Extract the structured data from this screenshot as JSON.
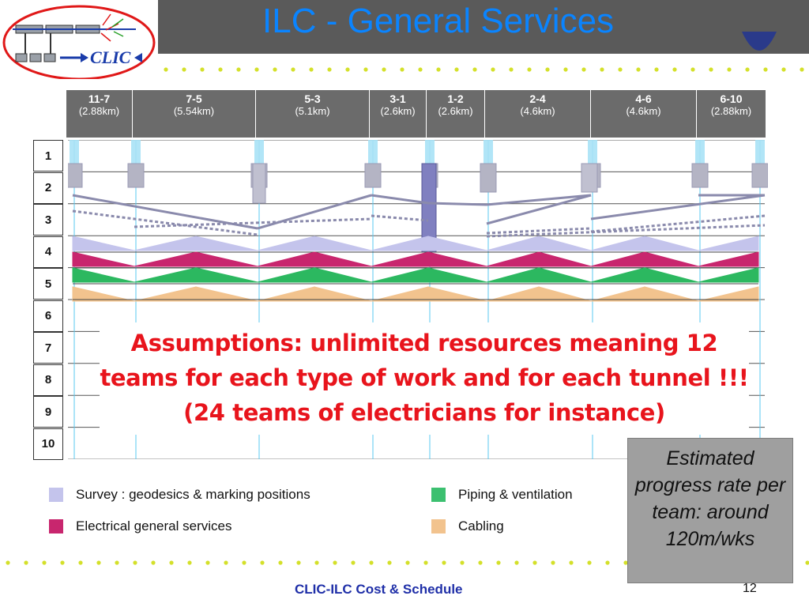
{
  "slide": {
    "title": "ILC - General Services",
    "logo_text": "CLIC",
    "footer": "CLIC-ILC Cost & Schedule",
    "page_number": "12"
  },
  "segments": [
    {
      "code": "11-7",
      "length": "(2.88km)"
    },
    {
      "code": "7-5",
      "length": "(5.54km)"
    },
    {
      "code": "5-3",
      "length": "(5.1km)"
    },
    {
      "code": "3-1",
      "length": "(2.6km)"
    },
    {
      "code": "1-2",
      "length": "(2.6km)"
    },
    {
      "code": "2-4",
      "length": "(4.6km)"
    },
    {
      "code": "4-6",
      "length": "(4.6km)"
    },
    {
      "code": "6-10",
      "length": "(2.88km)"
    }
  ],
  "rows": [
    "1",
    "2",
    "3",
    "4",
    "5",
    "6",
    "7",
    "8",
    "9",
    "10"
  ],
  "assumptions": "Assumptions: unlimited resources meaning 12 teams for each type of work and for each tunnel !!! (24 teams of electricians for instance)",
  "estimate": "Estimated progress rate per team: around 120m/wks",
  "legend": [
    {
      "label": "Survey : geodesics & marking positions",
      "color": "#c4c4ec"
    },
    {
      "label": "Piping & ventilation",
      "color": "#3cc070"
    },
    {
      "label": "Electrical general services",
      "color": "#c8266e"
    },
    {
      "label": "Cabling",
      "color": "#f2c38e"
    }
  ],
  "colors": {
    "title": "#0a84ff",
    "assumptions": "#e8141c",
    "footer": "#1f2fa8",
    "header_bar": "#5a5a5a"
  }
}
